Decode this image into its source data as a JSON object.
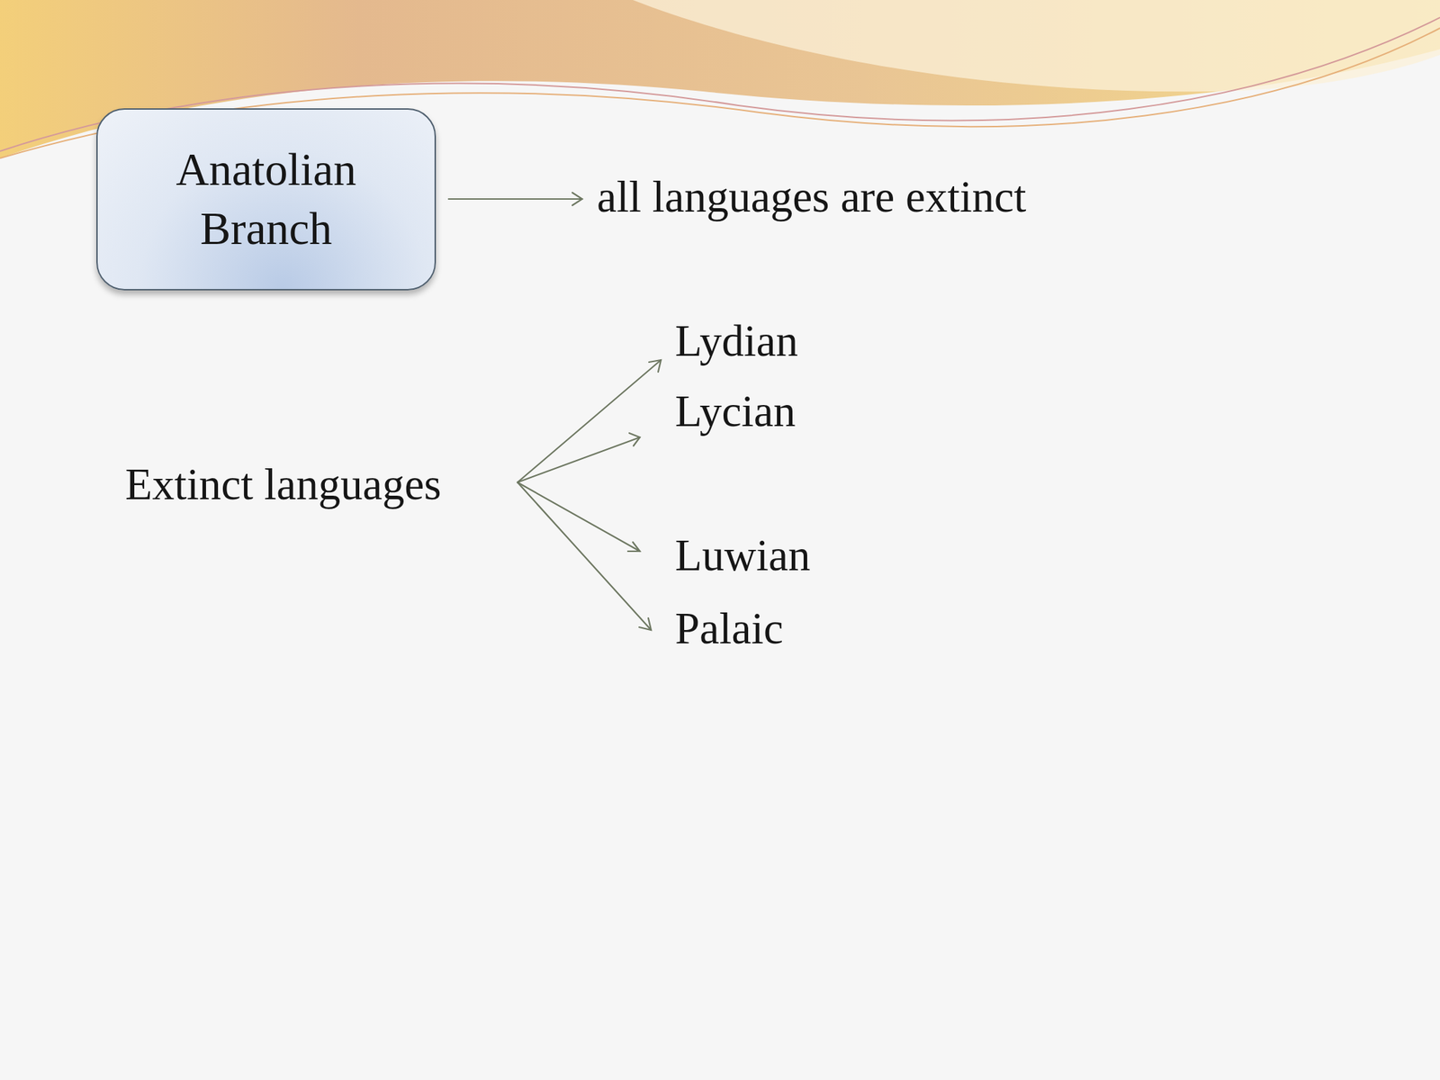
{
  "diagram": {
    "nodes": [
      {
        "text": [
          "Anatolian Branch"
        ]
      }
    ],
    "labels": [
      "all languages are extinct",
      "Extinct languages",
      "Lydian",
      "Lycian",
      "Luwian",
      "Palaic"
    ]
  }
}
